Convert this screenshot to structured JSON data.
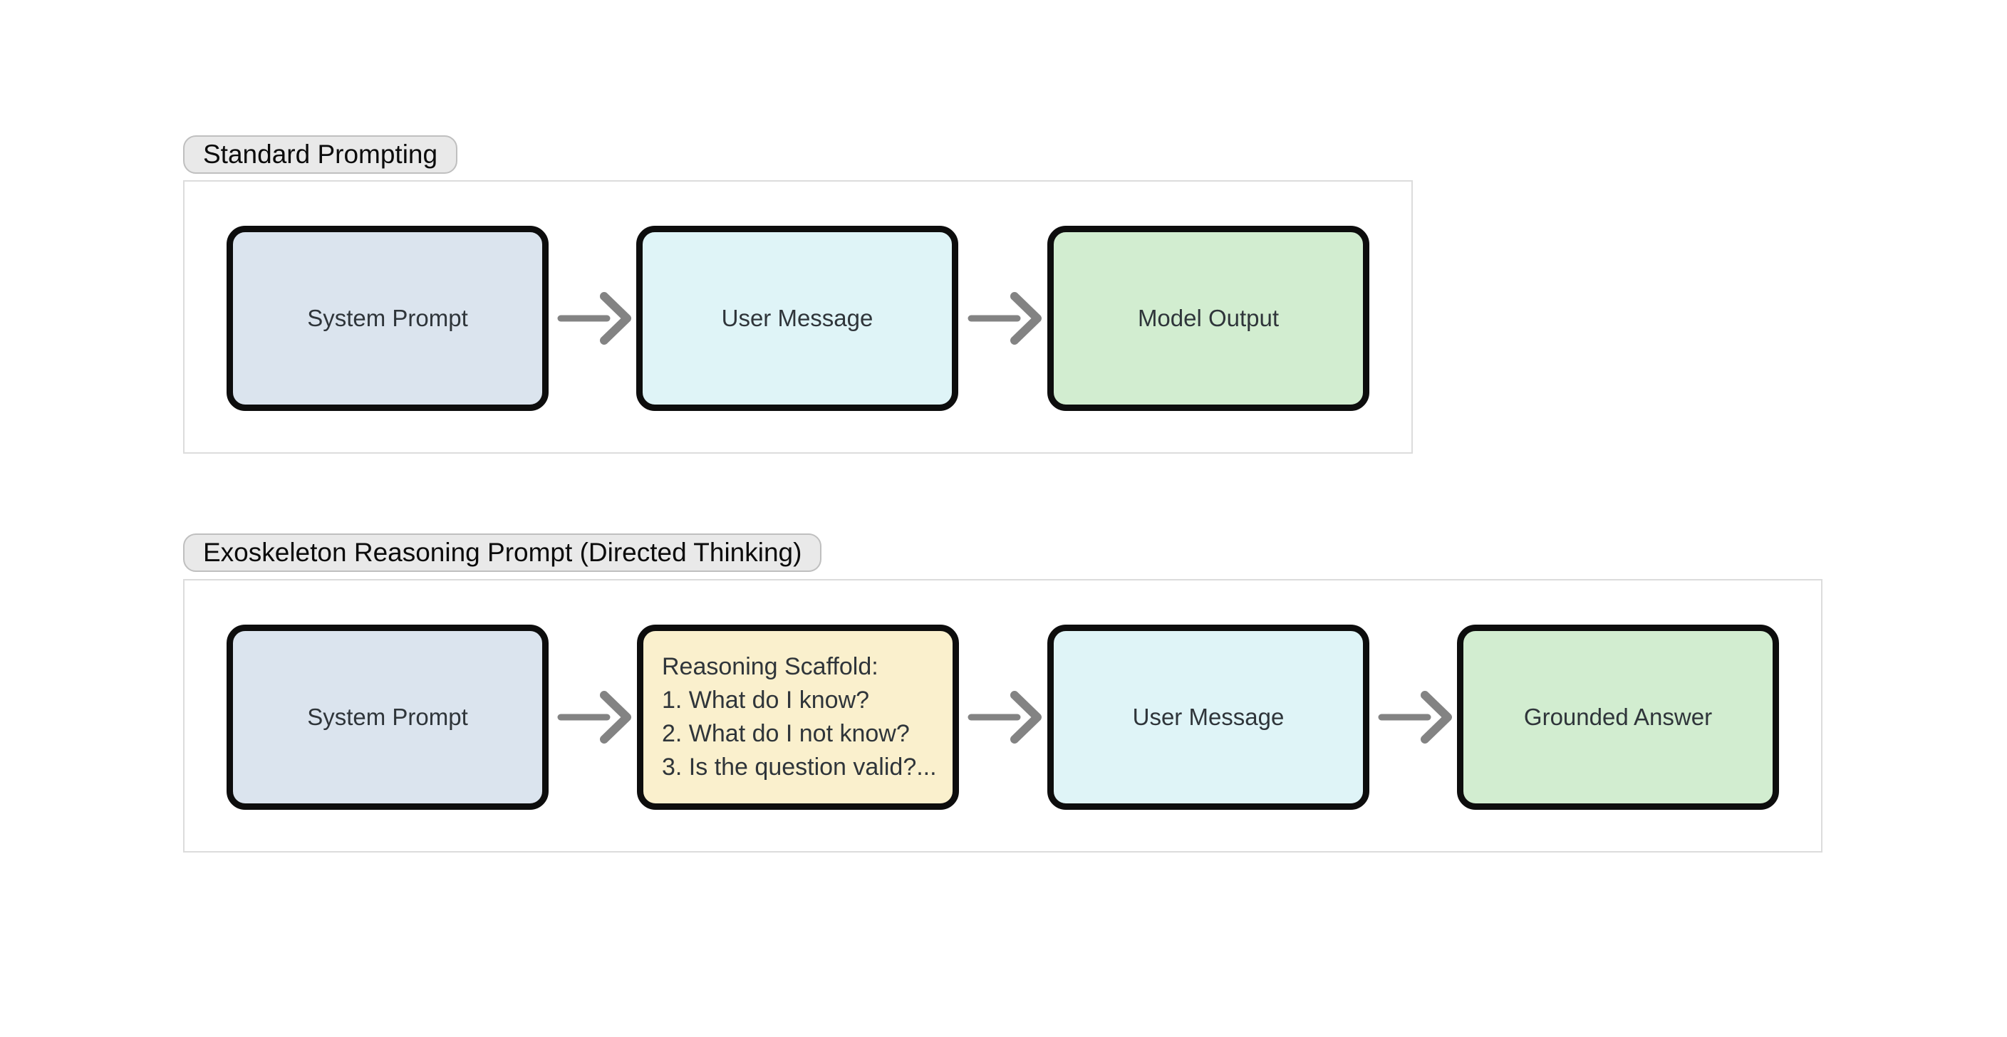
{
  "canvas": {
    "background": "#ffffff"
  },
  "styles": {
    "node_border_color": "#0d0d0d",
    "node_text_color": "#2f353a",
    "container_border_color": "#dcdcdc",
    "label_pill_bg": "#e9e9e9",
    "label_pill_border": "#bfbfbf",
    "arrow_color": "#838383"
  },
  "sections": [
    {
      "label": "Standard Prompting",
      "nodes": [
        {
          "label": "System Prompt",
          "fill": "#dbe4ee"
        },
        {
          "label": "User Message",
          "fill": "#dff4f7"
        },
        {
          "label": "Model Output",
          "fill": "#d2edd0"
        }
      ]
    },
    {
      "label": "Exoskeleton Reasoning Prompt (Directed Thinking)",
      "nodes": [
        {
          "label": "System Prompt",
          "fill": "#dbe4ee"
        },
        {
          "fill": "#faf0cd",
          "lines": [
            "Reasoning Scaffold:",
            "1. What do I know?",
            "2. What do I not know?",
            "3. Is the question valid?..."
          ]
        },
        {
          "label": "User Message",
          "fill": "#dff4f7"
        },
        {
          "label": "Grounded Answer",
          "fill": "#d2edd0"
        }
      ]
    }
  ]
}
